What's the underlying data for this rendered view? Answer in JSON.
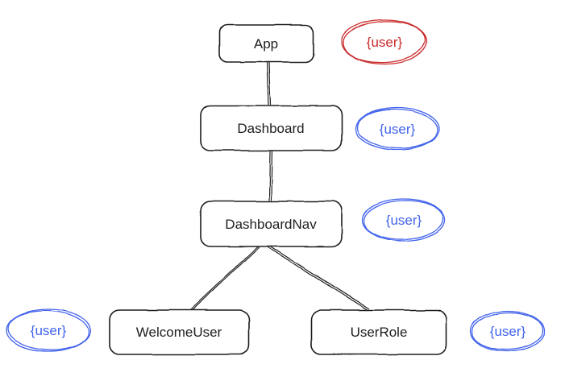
{
  "diagram": {
    "type": "component-tree",
    "colors": {
      "node_stroke": "#1e1e1e",
      "text": "#1e1e1e",
      "prop_red": "#c92a2a",
      "prop_blue": "#4263eb"
    },
    "nodes": [
      {
        "id": "app",
        "label": "App"
      },
      {
        "id": "dashboard",
        "label": "Dashboard"
      },
      {
        "id": "dashboard-nav",
        "label": "DashboardNav"
      },
      {
        "id": "welcome-user",
        "label": "WelcomeUser"
      },
      {
        "id": "user-role",
        "label": "UserRole"
      }
    ],
    "edges": [
      {
        "from": "App",
        "to": "Dashboard"
      },
      {
        "from": "Dashboard",
        "to": "DashboardNav"
      },
      {
        "from": "DashboardNav",
        "to": "WelcomeUser"
      },
      {
        "from": "DashboardNav",
        "to": "UserRole"
      }
    ],
    "annotations": [
      {
        "attached_to": "App",
        "label": "{user}",
        "color": "#c92a2a"
      },
      {
        "attached_to": "Dashboard",
        "label": "{user}",
        "color": "#4263eb"
      },
      {
        "attached_to": "DashboardNav",
        "label": "{user}",
        "color": "#4263eb"
      },
      {
        "attached_to": "WelcomeUser",
        "label": "{user}",
        "color": "#4263eb"
      },
      {
        "attached_to": "UserRole",
        "label": "{user}",
        "color": "#4263eb"
      }
    ]
  }
}
